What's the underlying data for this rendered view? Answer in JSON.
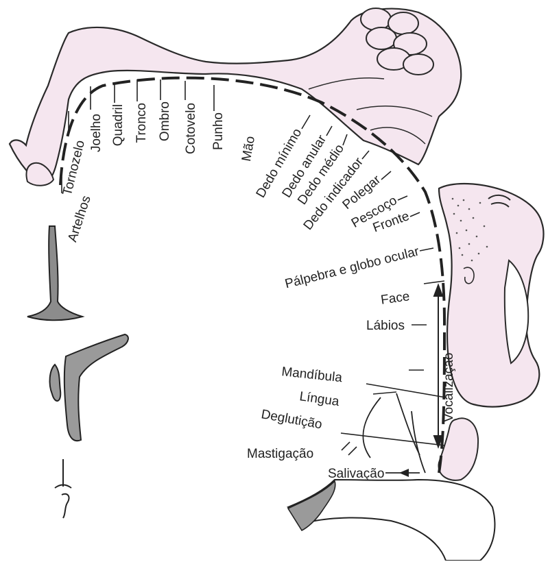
{
  "colors": {
    "figure_fill": "#f5e6ef",
    "figure_stroke": "#2a2a2a",
    "section_fill": "#9a9a9a",
    "ink": "#222222",
    "speckle": "#555555"
  },
  "labels": {
    "body": {
      "artelhos": "Artelhos",
      "tornozelo": "Tornozelo",
      "joelho": "Joelho",
      "quadril": "Quadril",
      "tronco": "Tronco",
      "ombro": "Ombro",
      "cotovelo": "Cotovelo",
      "punho": "Punho",
      "mao": "Mão",
      "dedo_minimo": "Dedo mínimo",
      "dedo_anular": "Dedo anular",
      "dedo_medio": "Dedo médio",
      "dedo_indicador": "Dedo indicador",
      "polegar": "Polegar",
      "pescoco": "Pescoço",
      "fronte": "Fronte",
      "palpebra": "Pálpebra e globo ocular"
    },
    "face": {
      "face": "Face",
      "labios": "Lábios",
      "vocalizacao": "Vocalização",
      "mandibula": "Mandíbula",
      "lingua": "Língua",
      "degluticao": "Deglutição",
      "mastigacao": "Mastigação",
      "salivacao": "Salivação"
    }
  }
}
